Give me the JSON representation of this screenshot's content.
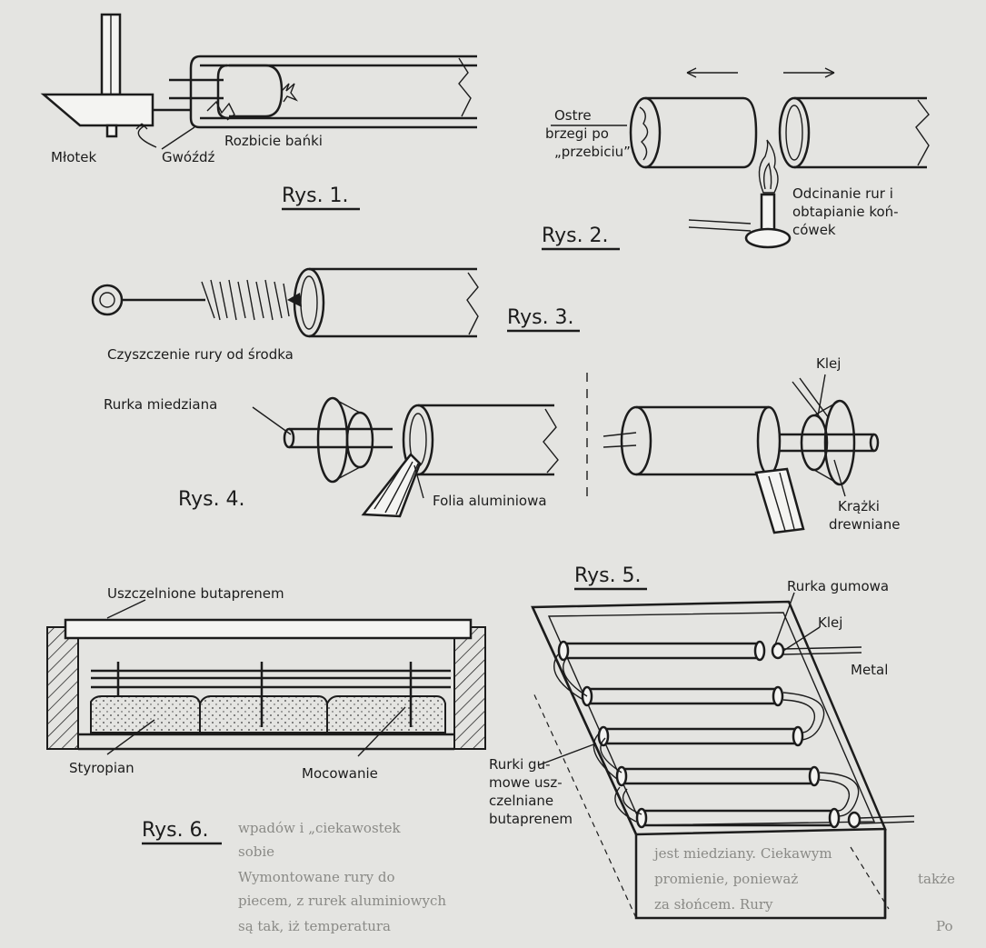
{
  "figures": [
    {
      "id": "rys1",
      "title": "Rys. 1.",
      "labels": [
        "Młotek",
        "Gwóźdź",
        "Rozbicie bańki"
      ]
    },
    {
      "id": "rys2",
      "title": "Rys. 2.",
      "labels": [
        "Ostre",
        "brzegi po",
        "„przebiciu”",
        "Odcinanie rur i",
        "obtapianie koń-",
        "cówek"
      ]
    },
    {
      "id": "rys3",
      "title": "Rys. 3.",
      "labels": [
        "Czyszczenie rury od środka"
      ]
    },
    {
      "id": "rys4",
      "title": "Rys. 4.",
      "labels": [
        "Rurka miedziana",
        "Folia aluminiowa",
        "Klej",
        "Krążki",
        "drewniane"
      ]
    },
    {
      "id": "rys5",
      "title": "Rys. 5.",
      "labels": [
        "Rurka gumowa",
        "Klej",
        "Metal",
        "Rurki gu-",
        "mowe usz-",
        "czelniane",
        "butaprenem"
      ]
    },
    {
      "id": "rys6",
      "title": "Rys. 6.",
      "labels": [
        "Uszczelnione butaprenem",
        "Styropian",
        "Mocowanie"
      ]
    }
  ],
  "bleed_text": [
    "wpadów i „ciekawostek",
    "sobie",
    "Wymontowane rury do ",
    "piecem, z rurek aluminiowych",
    "są tak, iż temperatura",
    "jest miedziany. Ciekawym",
    "promienie, ponieważ",
    "za słońcem. Rury",
    "także",
    "Po"
  ]
}
